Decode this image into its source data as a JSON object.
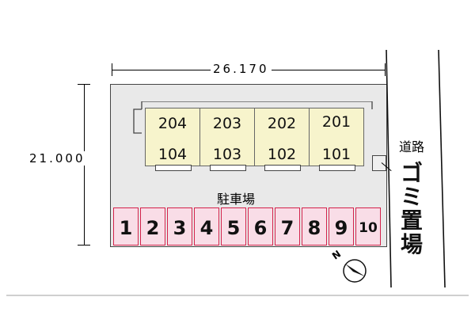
{
  "dimensions": {
    "width_label": "26.170",
    "depth_label": "21.000"
  },
  "road_label": "道路",
  "garbage_label": [
    "ゴ",
    "ミ",
    "置",
    "場"
  ],
  "parking_label": "駐車場",
  "building": {
    "units": [
      {
        "upper": "204",
        "lower": "104"
      },
      {
        "upper": "203",
        "lower": "103"
      },
      {
        "upper": "202",
        "lower": "102"
      },
      {
        "upper": "201",
        "lower": "101"
      }
    ]
  },
  "parking_spaces": [
    "1",
    "2",
    "3",
    "4",
    "5",
    "6",
    "7",
    "8",
    "9",
    "10"
  ],
  "compass_label": "N",
  "colors": {
    "lot": "#e9e9e9",
    "unit": "#f7f4cc",
    "parking_fill": "#f9dde7",
    "parking_border": "#d3224b"
  }
}
